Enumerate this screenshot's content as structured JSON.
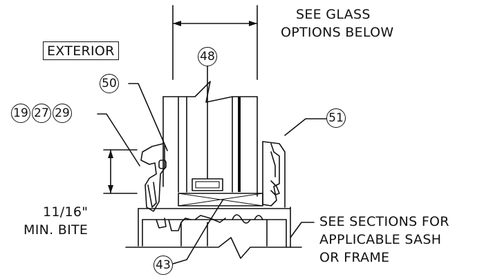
{
  "labels": {
    "exterior": "EXTERIOR",
    "glass_note_line1": "SEE GLASS",
    "glass_note_line2": "OPTIONS BELOW",
    "bite_line1": "11/16\"",
    "bite_line2": "MIN. BITE",
    "sections_line1": "SEE SECTIONS FOR",
    "sections_line2": "APPLICABLE SASH",
    "sections_line3": "OR FRAME"
  },
  "callouts": {
    "c48": "48",
    "c50": "50",
    "c19": "19",
    "c27": "27",
    "c29": "29",
    "c51": "51",
    "c43": "43"
  },
  "colors": {
    "line": "#111111",
    "background": "#ffffff"
  }
}
